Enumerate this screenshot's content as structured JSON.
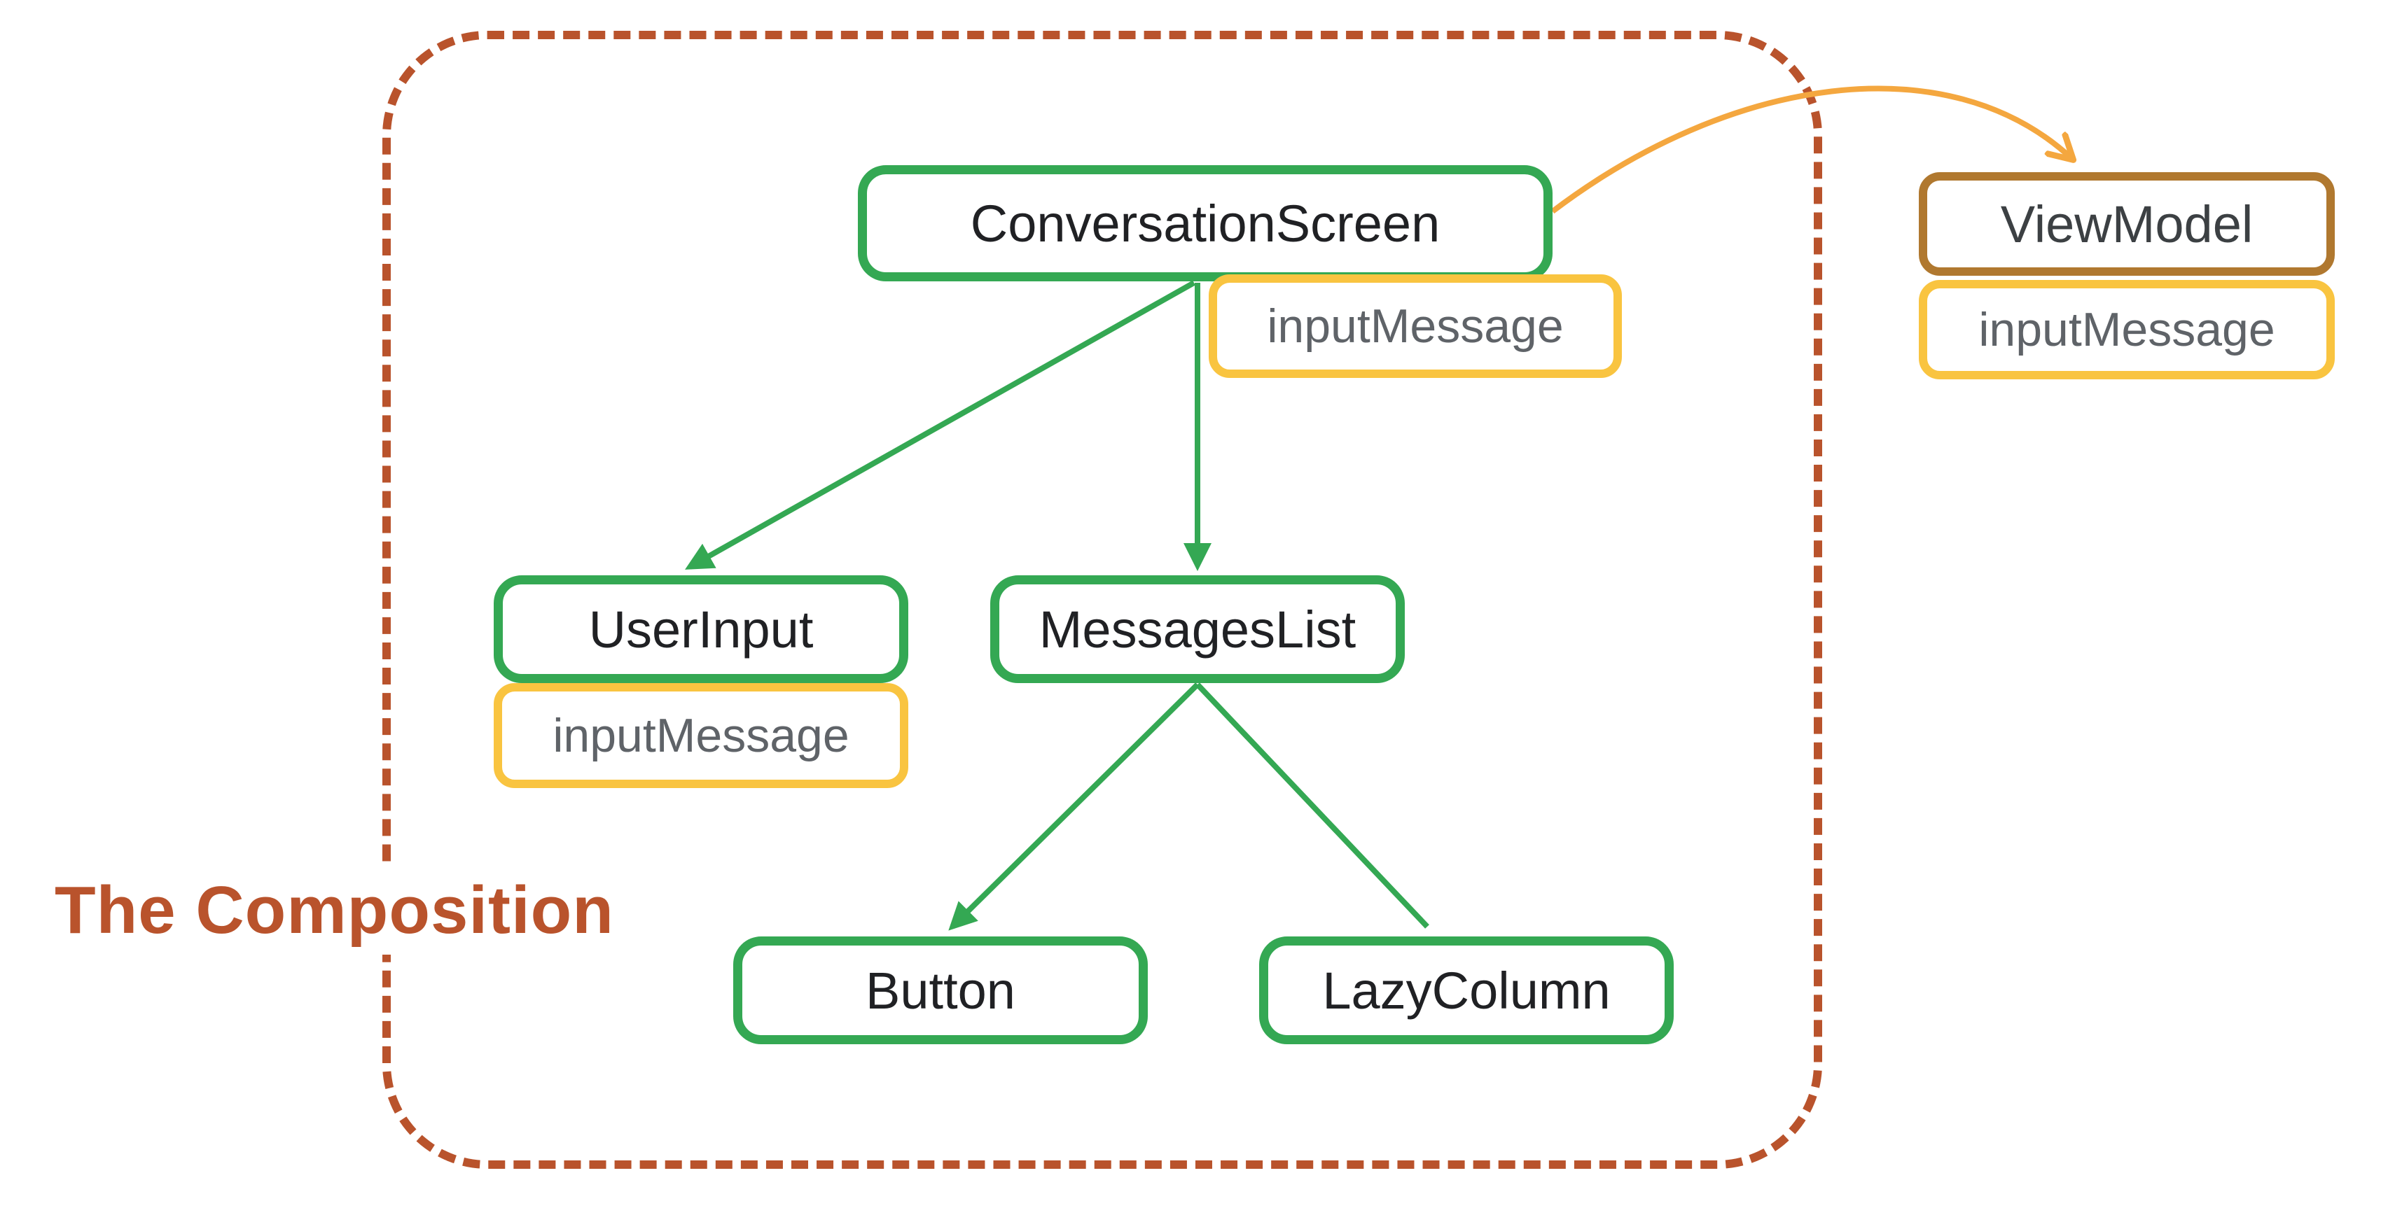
{
  "title": "The Composition",
  "colors": {
    "node_border_green": "#34a853",
    "state_border_yellow": "#f9c440",
    "viewmodel_border_brown": "#b0782f",
    "arrow_orange": "#f4a73f",
    "boundary_terracotta": "#b9532c",
    "label_dark": "#202124",
    "label_gray": "#5f6368"
  },
  "nodes": {
    "conversation_screen": {
      "label": "ConversationScreen",
      "state": "inputMessage"
    },
    "user_input": {
      "label": "UserInput",
      "state": "inputMessage"
    },
    "messages_list": {
      "label": "MessagesList"
    },
    "button": {
      "label": "Button"
    },
    "lazy_column": {
      "label": "LazyColumn"
    },
    "view_model": {
      "label": "ViewModel",
      "state": "inputMessage"
    }
  },
  "edges": [
    {
      "from": "ConversationScreen",
      "to": "UserInput",
      "type": "composition"
    },
    {
      "from": "ConversationScreen",
      "to": "MessagesList",
      "type": "composition"
    },
    {
      "from": "MessagesList",
      "to": "Button",
      "type": "composition"
    },
    {
      "from": "MessagesList",
      "to": "LazyColumn",
      "type": "composition"
    },
    {
      "from": "ConversationScreen",
      "to": "ViewModel",
      "type": "reference"
    }
  ]
}
